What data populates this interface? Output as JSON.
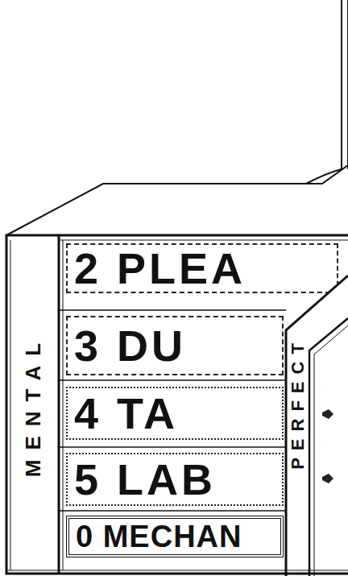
{
  "diagram": {
    "nodes": [
      {
        "text": [
          "MENTAL"
        ]
      },
      {
        "text": [
          "2 PLEA"
        ]
      },
      {
        "text": [
          "3 DU"
        ]
      },
      {
        "text": [
          "4 TA"
        ]
      },
      {
        "text": [
          "5 LAB"
        ]
      },
      {
        "text": [
          "0 MECHAN"
        ]
      },
      {
        "text": [
          "PERFECT"
        ]
      }
    ]
  }
}
